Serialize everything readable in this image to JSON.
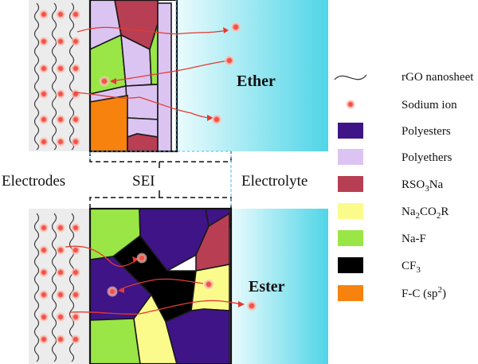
{
  "labels": {
    "electrodes": "Electrodes",
    "sei": "SEI",
    "electrolyte": "Electrolyte",
    "ether": "Ether",
    "ester": "Ester"
  },
  "legend": [
    {
      "key": "rgo",
      "label": "rGO nanosheet",
      "kind": "wave",
      "color": "#333333"
    },
    {
      "key": "na_ion",
      "label": "Sodium ion",
      "kind": "dot",
      "color": "#e8443a"
    },
    {
      "key": "polyesters",
      "label": "Polyesters",
      "kind": "swatch",
      "color": "#3f1487"
    },
    {
      "key": "polyethers",
      "label": "Polyethers",
      "kind": "swatch",
      "color": "#dcc4f2"
    },
    {
      "key": "rso3na",
      "label": "RSO",
      "sub1": "3",
      "tail": "Na",
      "kind": "swatch",
      "color": "#b83e54"
    },
    {
      "key": "na2co2r",
      "label": "Na",
      "sub1": "2",
      "mid": "CO",
      "sub2": "2",
      "tail": "R",
      "kind": "swatch",
      "color": "#fbfb8c"
    },
    {
      "key": "naf",
      "label": "Na-F",
      "kind": "swatch",
      "color": "#9ae646"
    },
    {
      "key": "cf3",
      "label": "CF",
      "sub1": "3",
      "kind": "swatch",
      "color": "#000000"
    },
    {
      "key": "fc",
      "label": "F-C (sp",
      "sup": "2",
      "tail": ")",
      "kind": "swatch",
      "color": "#f7820d"
    }
  ],
  "colors": {
    "electrode_bg": "#ececec",
    "electrolyte_light": "#e9fbfd",
    "electrolyte_dark": "#4fd6e8",
    "path": "#e23b30",
    "dashed_blue": "#5ab4e0"
  }
}
